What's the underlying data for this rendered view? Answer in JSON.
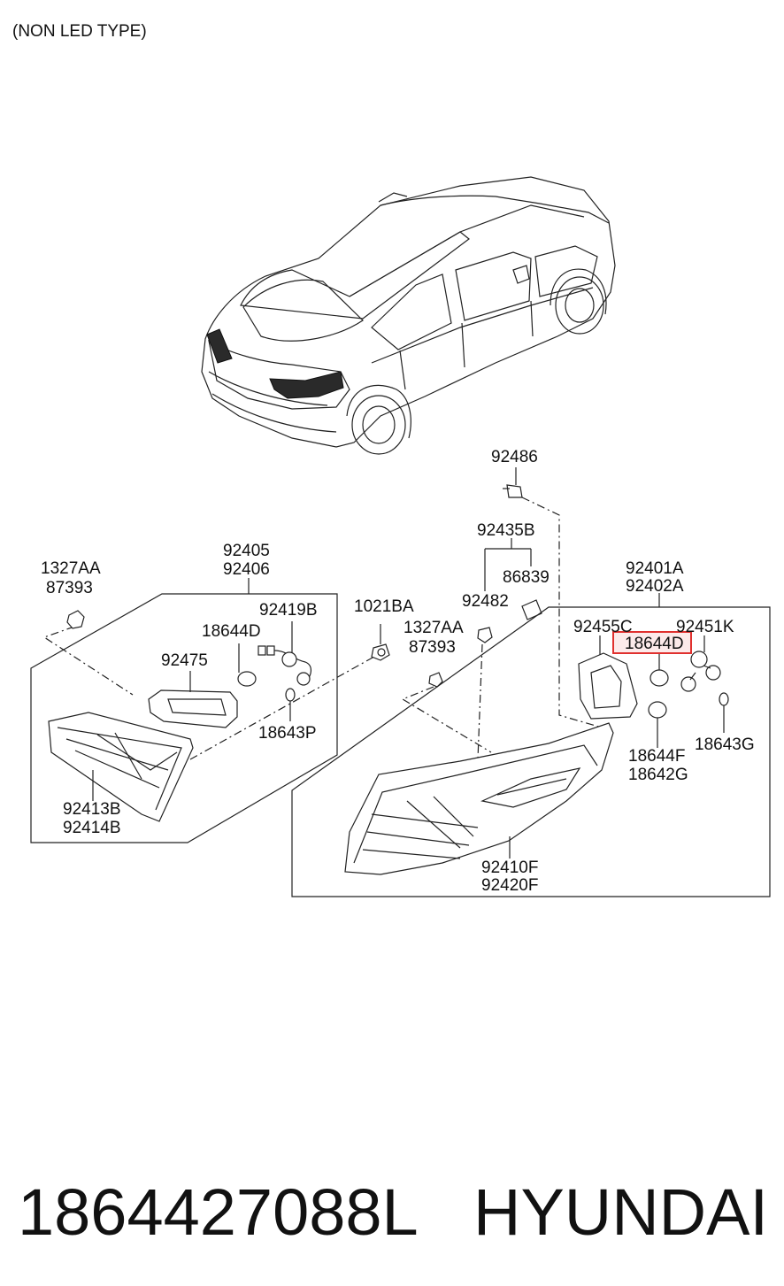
{
  "header_note": "(NON LED TYPE)",
  "labels": {
    "p92486": "92486",
    "p92435B": "92435B",
    "p86839": "86839",
    "p92482": "92482",
    "p92401A": "92401A",
    "p92402A": "92402A",
    "p92455C": "92455C",
    "p92451K": "92451K",
    "p18644D_right": "18644D",
    "p18643G": "18643G",
    "p18644F": "18644F",
    "p18642G": "18642G",
    "p92410F": "92410F",
    "p92420F": "92420F",
    "p1327AA_left": "1327AA",
    "p87393_left": "87393",
    "p92405": "92405",
    "p92406": "92406",
    "p92419B": "92419B",
    "p18644D_left": "18644D",
    "p92475": "92475",
    "p18643P": "18643P",
    "p92413B": "92413B",
    "p92414B": "92414B",
    "p1021BA": "1021BA",
    "p1327AA_mid": "1327AA",
    "p87393_mid": "87393"
  },
  "highlight": {
    "part": "18644D",
    "color": "#e0302e"
  },
  "footer": {
    "part_number": "1864427088L",
    "brand": "HYUNDAI"
  }
}
